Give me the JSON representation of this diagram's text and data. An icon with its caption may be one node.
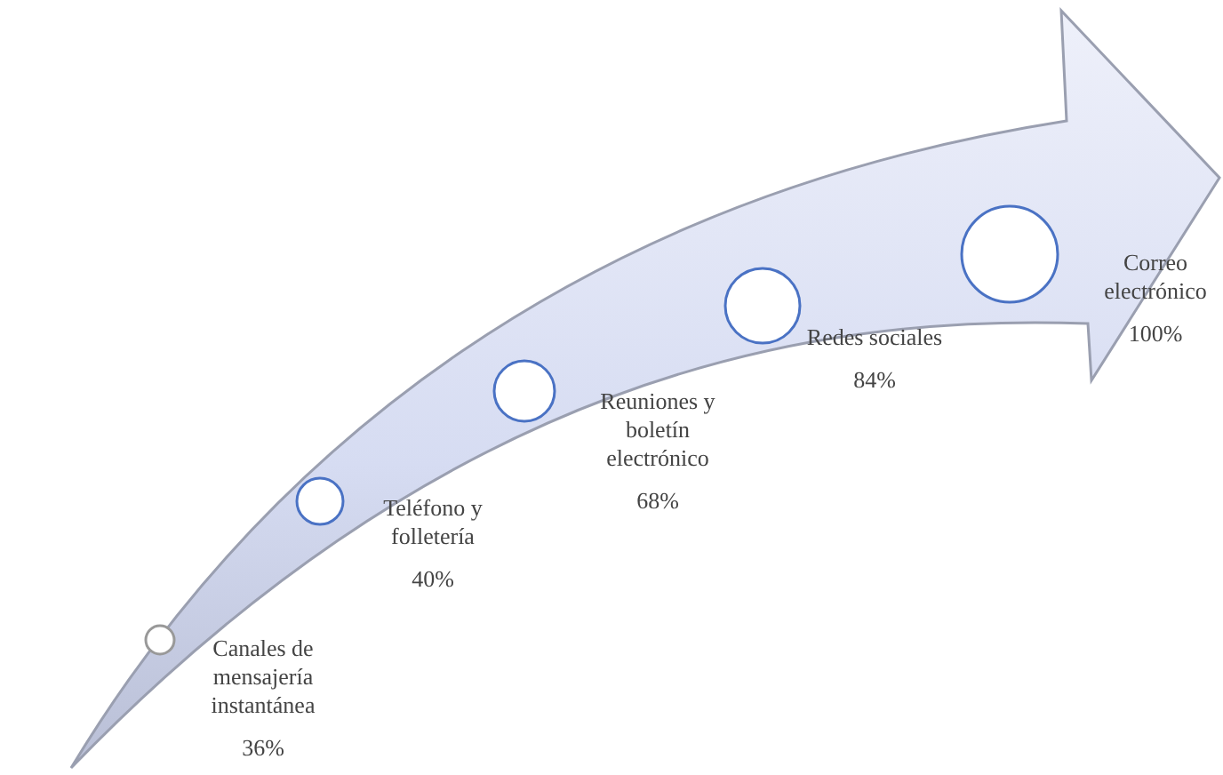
{
  "diagram": {
    "nodes": [
      {
        "text": [],
        "shape": "circle",
        "beside": [
          "Canales de mensajería instantánea",
          "36%"
        ]
      },
      {
        "text": [],
        "shape": "circle",
        "beside": [
          "Teléfono y folletería",
          "40%"
        ]
      },
      {
        "text": [],
        "shape": "circle",
        "beside": [
          "Reuniones y boletín electrónico",
          "68%"
        ]
      },
      {
        "text": [],
        "shape": "circle",
        "beside": [
          "Redes sociales",
          "84%"
        ]
      },
      {
        "text": [],
        "shape": "circle",
        "beside": [
          "Correo electrónico",
          "100%"
        ]
      }
    ]
  }
}
